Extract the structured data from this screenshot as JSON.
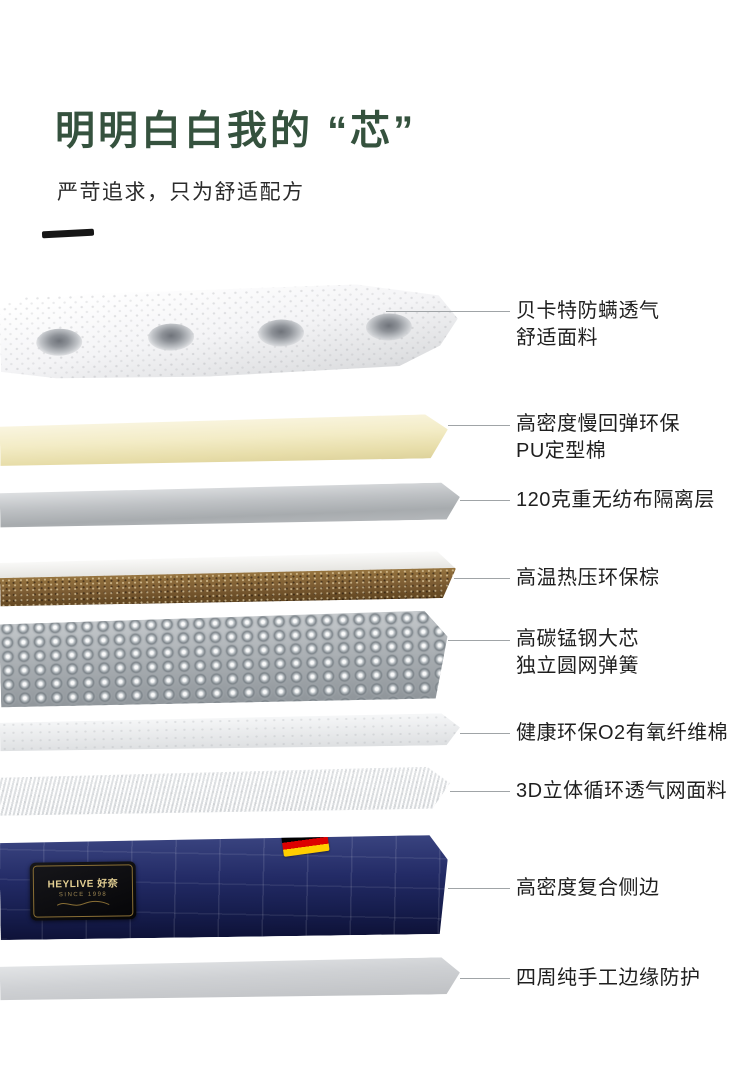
{
  "header": {
    "title": "明明白白我的 “芯”",
    "subtitle": "严苛追求，只为舒适配方"
  },
  "colors": {
    "title_green": "#35523e",
    "side_panel_navy": "#1c2460",
    "foam_cream": "#f3ecc6",
    "coir_brown": "#7c5c33",
    "flag_black": "#000000",
    "flag_red": "#dd0000",
    "flag_gold": "#ffce00"
  },
  "layers": [
    {
      "id": "quilted-fabric",
      "label": "贝卡特防螨透气\n舒适面料"
    },
    {
      "id": "pu-foam",
      "label": "高密度慢回弹环保\nPU定型棉"
    },
    {
      "id": "non-woven-barrier",
      "label": "120克重无纺布隔离层"
    },
    {
      "id": "coconut-coir",
      "label": "高温热压环保棕"
    },
    {
      "id": "pocket-springs",
      "label": "高碳锰钢大芯\n独立圆网弹簧"
    },
    {
      "id": "oxygen-fiber-cotton",
      "label": "健康环保O2有氧纤维棉"
    },
    {
      "id": "3d-mesh",
      "label": "3D立体循环透气网面料"
    },
    {
      "id": "composite-side",
      "label": "高密度复合侧边",
      "brand": "HEYLIVE 好奈",
      "brand_sub": "SINCE 1998"
    },
    {
      "id": "handmade-edge",
      "label": "四周纯手工边缘防护"
    }
  ]
}
